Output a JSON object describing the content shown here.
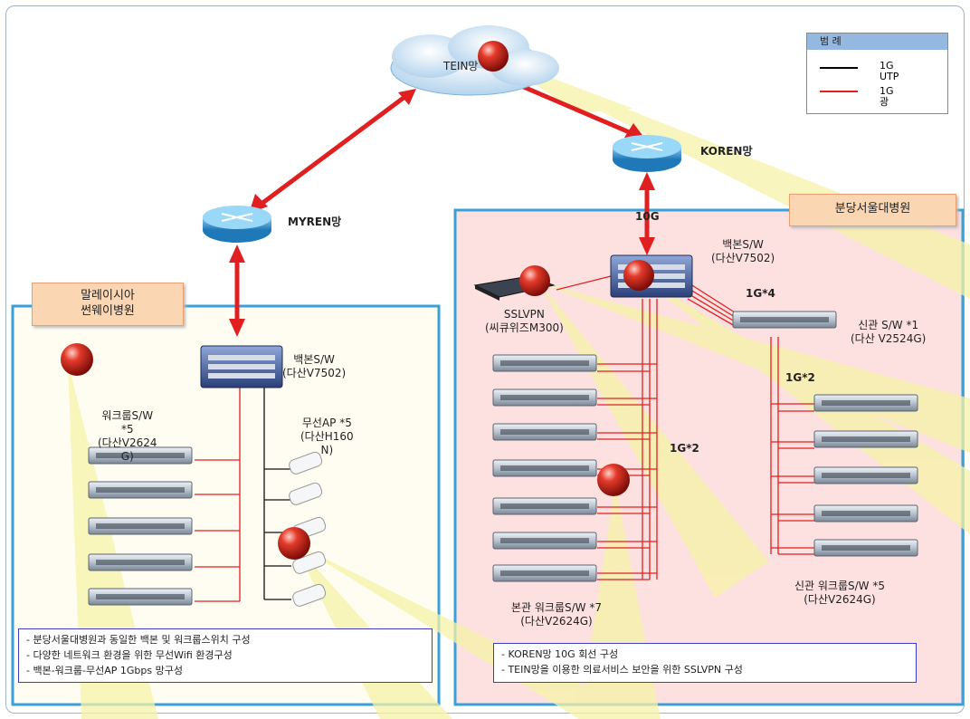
{
  "cloud": {
    "label": "TEIN망"
  },
  "legend": {
    "title": "범 례",
    "items": [
      {
        "label": "1G\nUTP",
        "color": "#000000"
      },
      {
        "label": "1G\n광",
        "color": "#e02020"
      }
    ]
  },
  "routers": {
    "koren": "KOREN망",
    "myren": "MYREN망"
  },
  "links": {
    "koren_backbone": "10G",
    "backbone_new": "1G*4",
    "new_workgroup": "1G*2",
    "main_workgroup": "1G*2"
  },
  "malaysia": {
    "region_label": "말레이시아\n썬웨이병원",
    "backbone": "백본S/W\n(다산V7502)",
    "workgroup": "워크룹S/W\n*5\n(다산V2624\nG)",
    "ap": "무선AP *5\n(다산H160\nN)",
    "notes": [
      "- 분당서울대병원과 동일한 백본 및 워크룹스위치 구성",
      "- 다양한 네트워크 환경을 위한 무선Wifi 환경구성",
      "- 백본-워크룹-무선AP 1Gbps 망구성"
    ]
  },
  "snuh": {
    "region_label": "분당서울대병원",
    "backbone": "백본S/W\n(다산V7502)",
    "sslvpn": "SSLVPN\n(씨큐위즈M300)",
    "new_sw": "신관 S/W *1\n(다산 V2524G)",
    "main_workgroup": "본관 워크룹S/W *7\n(다산V2624G)",
    "new_workgroup": "신관 워크룹S/W *5\n(다산V2624G)",
    "notes": [
      "- KOREN망 10G 회선 구성",
      "- TEIN망을 이용한 의료서비스 보안을 위한 SSLVPN 구성"
    ]
  }
}
